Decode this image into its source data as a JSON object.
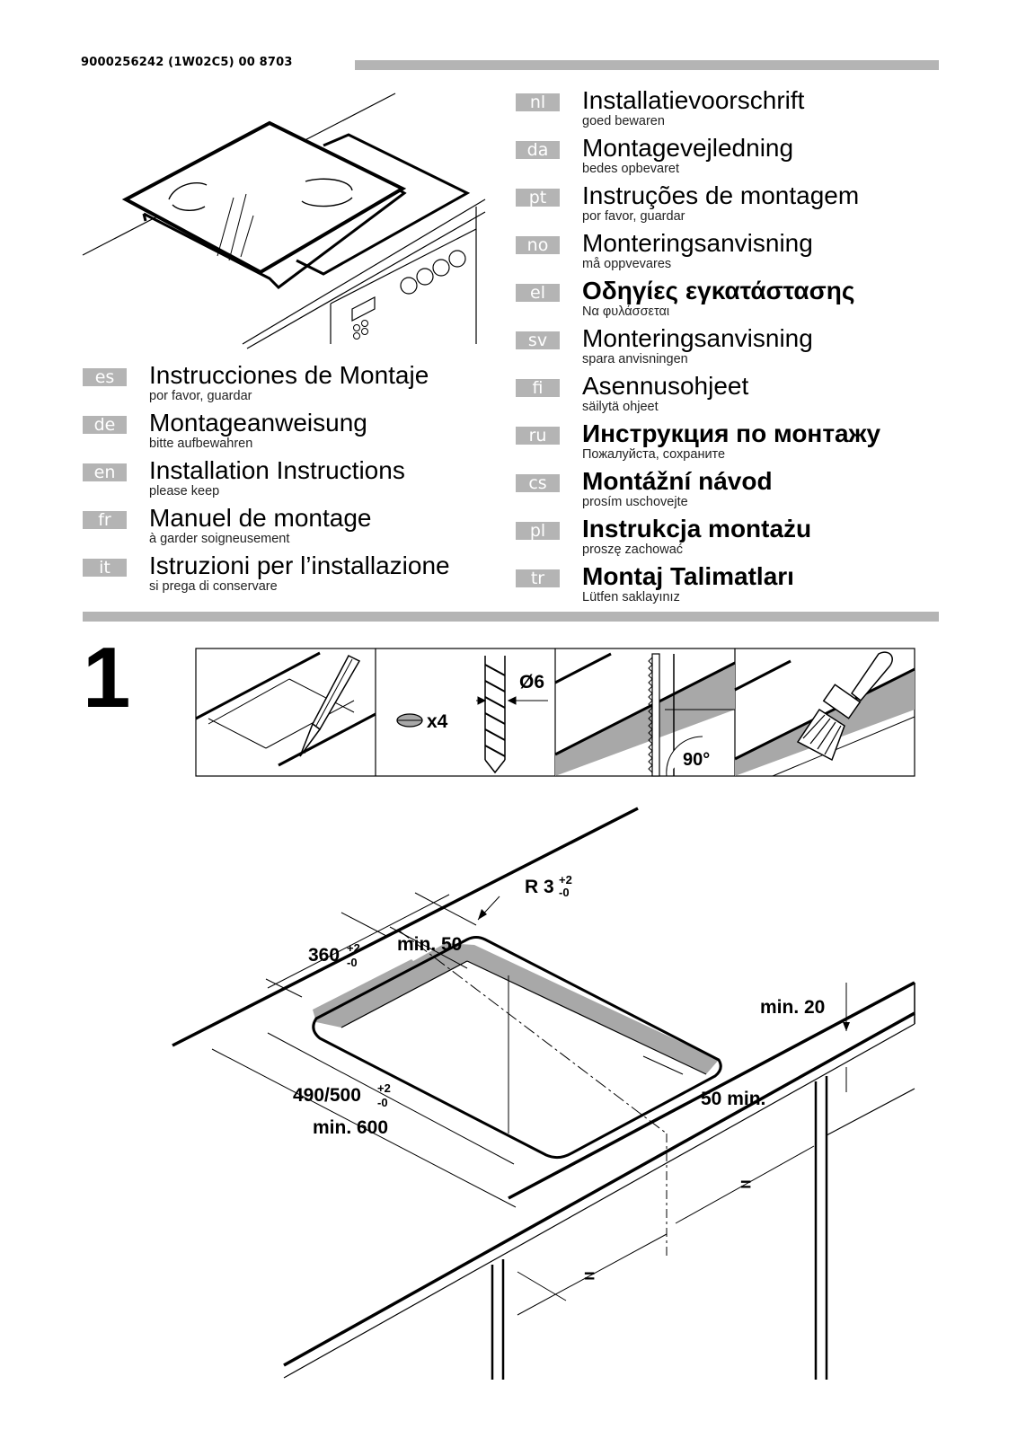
{
  "header": {
    "doc_code": "9000256242 (1W02C5) 00 8703"
  },
  "languages": [
    {
      "code": "es",
      "title": "Instrucciones de Montaje",
      "subtitle": "por favor, guardar"
    },
    {
      "code": "de",
      "title": "Montageanweisung",
      "subtitle": "bitte aufbewahren"
    },
    {
      "code": "en",
      "title": "Installation Instructions",
      "subtitle": "please keep"
    },
    {
      "code": "fr",
      "title": "Manuel de montage",
      "subtitle": "à garder soigneusement"
    },
    {
      "code": "it",
      "title": "Istruzioni per l’installazione",
      "subtitle": "si prega di conservare"
    },
    {
      "code": "nl",
      "title": "Installatievoorschrift",
      "subtitle": "goed bewaren"
    },
    {
      "code": "da",
      "title": "Montagevejledning",
      "subtitle": "bedes opbevaret"
    },
    {
      "code": "pt",
      "title": "Instruções de montagem",
      "subtitle": "por favor, guardar"
    },
    {
      "code": "no",
      "title": "Monteringsanvisning",
      "subtitle": "må oppvevares"
    },
    {
      "code": "el",
      "title": "Οδηγίες εγκατάστασης",
      "subtitle": "Να φυλάσσεται"
    },
    {
      "code": "sv",
      "title": "Monteringsanvisning",
      "subtitle": "spara anvisningen"
    },
    {
      "code": "fi",
      "title": "Asennusohjeet",
      "subtitle": "säilytä ohjeet"
    },
    {
      "code": "ru",
      "title": "Инструкция по монтажу",
      "subtitle": "Пожалуйста, сохраните"
    },
    {
      "code": "cs",
      "title": "Montážní návod",
      "subtitle": "prosím uschovejte"
    },
    {
      "code": "pl",
      "title": "Instrukcja montażu",
      "subtitle": "proszę zachować"
    },
    {
      "code": "tr",
      "title": "Montaj Talimatları",
      "subtitle": "Lütfen saklayınız"
    }
  ],
  "step": {
    "number": "1",
    "panels": {
      "drill_diameter": "Ø6",
      "hole_count": "x4",
      "saw_angle": "90°"
    }
  },
  "diagram": {
    "radius_label": "R 3",
    "radius_tol_plus": "+2",
    "radius_tol_minus": "-0",
    "depth_label": "360",
    "depth_tol_plus": "+2",
    "depth_tol_minus": "-0",
    "back_clearance": "min. 50",
    "width_label": "490/500",
    "width_tol_plus": "+2",
    "width_tol_minus": "-0",
    "cabinet_width": "min. 600",
    "side_clearance": "50 min.",
    "top_thickness": "min. 20",
    "equal_mark_1": "=",
    "equal_mark_2": "="
  },
  "colors": {
    "bar_gray": "#b4b4b4",
    "fill_gray": "#a8a8a8"
  }
}
